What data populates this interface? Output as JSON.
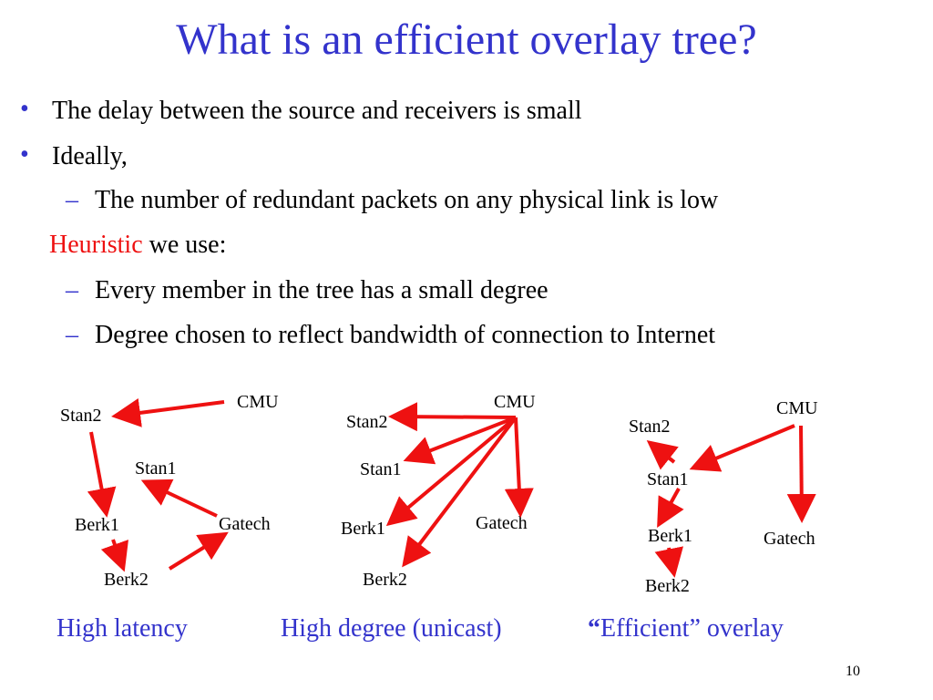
{
  "title": "What is an efficient overlay tree?",
  "bullets": [
    "The delay between the source and receivers is small",
    "Ideally,"
  ],
  "sub_items_1": [
    "The number of redundant packets on any physical link is low"
  ],
  "heuristic": {
    "highlight": "Heuristic",
    "rest": " we use:"
  },
  "sub_items_2": [
    "Every member in the tree has a small degree",
    "Degree chosen to reflect bandwidth of connection to Internet"
  ],
  "diagrams": [
    {
      "caption": "High latency",
      "nodes": [
        "CMU",
        "Stan2",
        "Stan1",
        "Gatech",
        "Berk1",
        "Berk2"
      ],
      "edges": [
        [
          "CMU",
          "Stan2"
        ],
        [
          "Stan2",
          "Berk1"
        ],
        [
          "Berk1",
          "Berk2"
        ],
        [
          "Berk2",
          "Gatech"
        ],
        [
          "Gatech",
          "Stan1"
        ]
      ]
    },
    {
      "caption": "High degree (unicast)",
      "nodes": [
        "CMU",
        "Stan2",
        "Stan1",
        "Gatech",
        "Berk1",
        "Berk2"
      ],
      "edges": [
        [
          "CMU",
          "Stan2"
        ],
        [
          "CMU",
          "Stan1"
        ],
        [
          "CMU",
          "Berk1"
        ],
        [
          "CMU",
          "Berk2"
        ],
        [
          "CMU",
          "Gatech"
        ]
      ]
    },
    {
      "caption_quote": "“",
      "caption_rest": "Efficient” overlay",
      "nodes": [
        "CMU",
        "Stan2",
        "Stan1",
        "Gatech",
        "Berk1",
        "Berk2"
      ],
      "edges": [
        [
          "CMU",
          "Stan1"
        ],
        [
          "CMU",
          "Gatech"
        ],
        [
          "Stan1",
          "Stan2"
        ],
        [
          "Stan1",
          "Berk1"
        ],
        [
          "Berk1",
          "Berk2"
        ]
      ]
    }
  ],
  "page_number": "10",
  "colors": {
    "title": "#3333cc",
    "accent": "#ee1111",
    "text": "#000000"
  }
}
